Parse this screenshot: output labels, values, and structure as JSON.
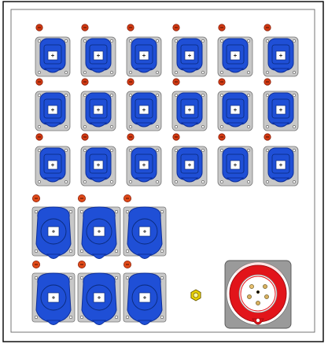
{
  "panel": {
    "title": "",
    "colors": {
      "frame_outer": "#000000",
      "frame_inner": "#555555",
      "housing": "#c8c8c8",
      "housing_stroke": "#777777",
      "socket_blue": "#1f4fd6",
      "socket_blue_dark": "#0d2f9a",
      "lid_white": "#ffffff",
      "breaker_red": "#d23a12",
      "breaker_orange": "#e04a18",
      "breaker_dark": "#8a1e0a",
      "gland": "#e8d000",
      "red_socket": "#e2141a",
      "red_socket_dark": "#a50c10"
    },
    "small_socket_rows": 3,
    "small_socket_cols": 6,
    "large_socket_rows": 2,
    "large_socket_cols": 3,
    "red_socket_count": 1,
    "cable_gland_count": 1
  }
}
